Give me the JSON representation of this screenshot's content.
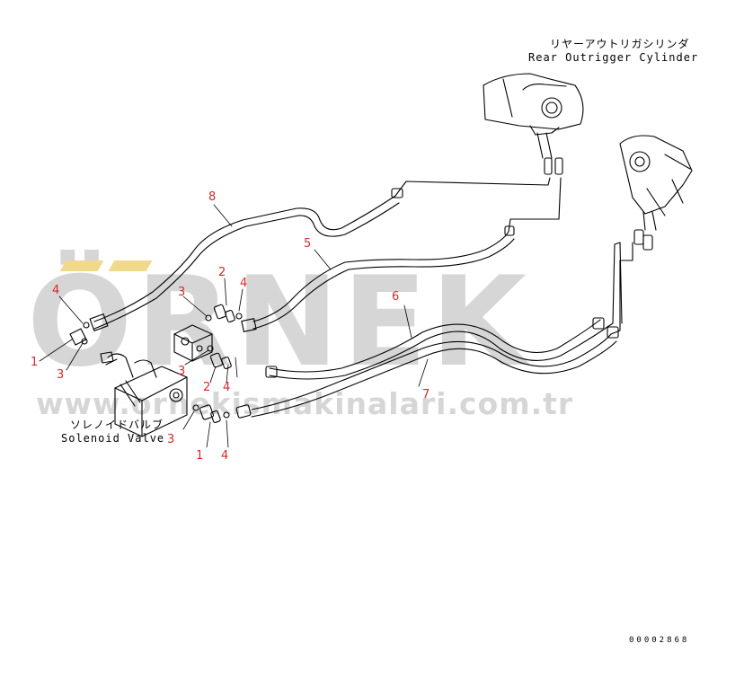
{
  "labels": {
    "cylinder_jp": "リヤーアウトリガシリンダ",
    "cylinder_en": "Rear Outrigger Cylinder",
    "valve_jp": "ソレノイドバルブ",
    "valve_en": "Solenoid Valve"
  },
  "part_numbers": [
    "8",
    "5",
    "6",
    "7",
    "1",
    "2",
    "3",
    "4"
  ],
  "callouts": {
    "c8": "8",
    "c5": "5",
    "c6": "6",
    "c7": "7",
    "c2a": "2",
    "c4a": "4",
    "c3a": "3",
    "c4b": "4",
    "c1a": "1",
    "c3b": "3",
    "c3c": "3",
    "c2b": "2",
    "c4c": "4",
    "c3d": "3",
    "c1b": "1",
    "c4d": "4"
  },
  "watermark": {
    "brand": "ÖRNEK",
    "url": "www.ornekismakinalari.com.tr"
  },
  "drawing_number": "00002868",
  "colors": {
    "line": "#000000",
    "callout": "#d42a2a",
    "watermark": "#d6d6d6",
    "watermark_accent": "#f0d98a"
  }
}
